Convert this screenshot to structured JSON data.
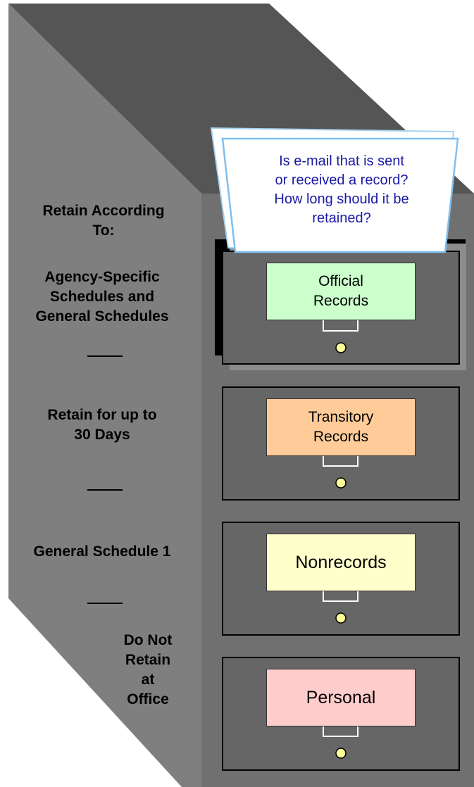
{
  "question": {
    "line1": "Is e-mail that is sent",
    "line2": "or received a record?",
    "line3": "How long should it be",
    "line4": "retained?"
  },
  "side": {
    "retain_line1": "Retain According",
    "retain_line2": "To:",
    "official_rule_line1": "Agency-Specific",
    "official_rule_line2": "Schedules and",
    "official_rule_line3": "General Schedules",
    "transitory_rule_line1": "Retain for up to",
    "transitory_rule_line2": "30 Days",
    "nonrecords_rule": "General Schedule 1",
    "personal_rule_line1": "Do Not",
    "personal_rule_line2": "Retain",
    "personal_rule_line3": "at",
    "personal_rule_line4": "Office"
  },
  "drawers": [
    {
      "label_line1": "Official",
      "label_line2": "Records",
      "color": "#ccffcc"
    },
    {
      "label_line1": "Transitory",
      "label_line2": "Records",
      "color": "#ffcc99"
    },
    {
      "label_line1": "Nonrecords",
      "label_line2": "",
      "color": "#ffffcc"
    },
    {
      "label_line1": "Personal",
      "label_line2": "",
      "color": "#ffcccc"
    }
  ],
  "colors": {
    "cabinet_top": "#555555",
    "cabinet_side": "#7f7f7f",
    "cabinet_front": "#707070",
    "knob": "#ffff99"
  }
}
